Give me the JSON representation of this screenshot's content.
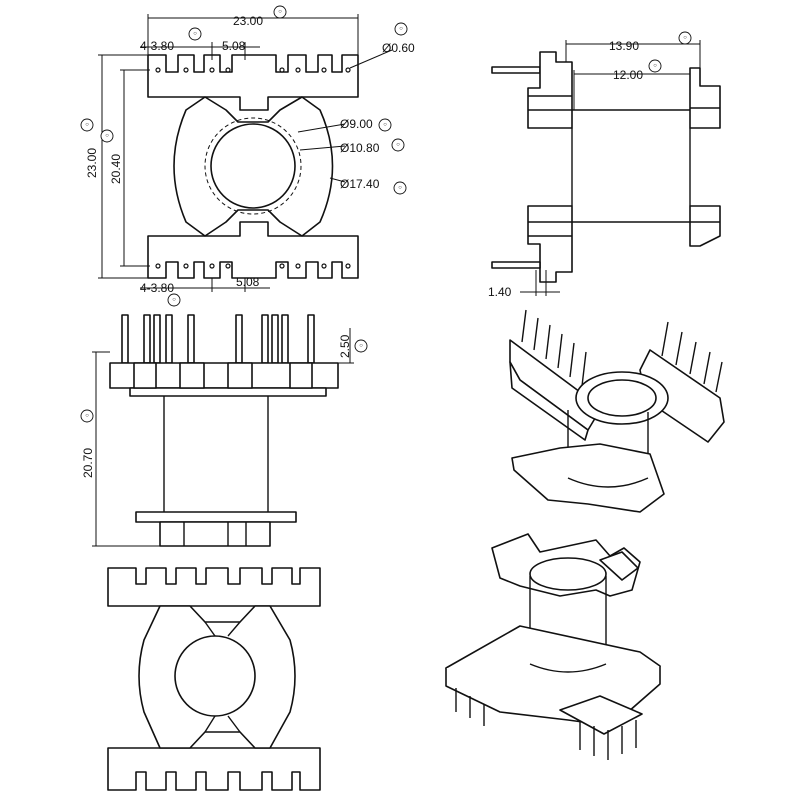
{
  "top_view": {
    "overall_width": "23.00",
    "pin_pitch_top": "4-3.80",
    "pin_span_top": "5.08",
    "pin_diameter": "Ø0.60",
    "bore_diameter": "Ø9.00",
    "tube_diameter": "Ø10.80",
    "flange_diameter": "Ø17.40",
    "overall_height": "23.00",
    "row_spacing": "20.40",
    "pin_pitch_bottom": "4-3.80",
    "pin_span_bottom": "5.08"
  },
  "side_view": {
    "flange_width": "13.90",
    "tube_length": "12.00",
    "pin_offset": "1.40"
  },
  "front_view": {
    "pin_height": "2.50",
    "body_height": "20.70"
  },
  "markers": {
    "symbol": "○",
    "color": "#111111"
  }
}
